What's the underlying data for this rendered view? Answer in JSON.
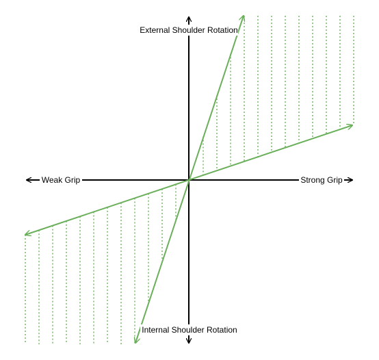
{
  "labels": {
    "y_top": "External Shoulder Rotation",
    "y_bottom": "Internal Shoulder Rotation",
    "x_left": "Weak Grip",
    "x_right": "Strong Grip"
  },
  "colors": {
    "axis": "#000000",
    "accent": "#6aaf5a",
    "background": "#ffffff"
  }
}
